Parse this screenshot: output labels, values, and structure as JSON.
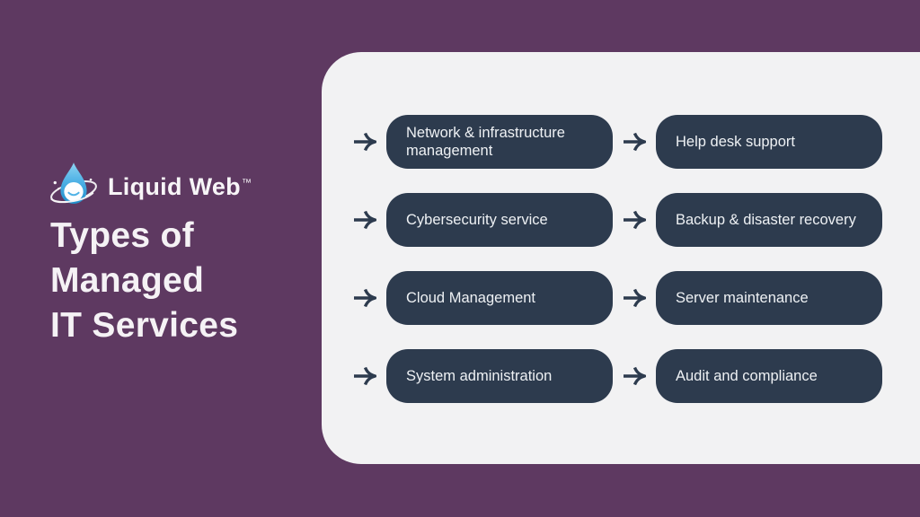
{
  "brand": {
    "name": "Liquid Web",
    "trademark": "™",
    "icon": "water-drop-atom-icon"
  },
  "title": {
    "line1": "Types of",
    "line2": "Managed",
    "line3": "IT Services"
  },
  "colors": {
    "background_purple": "#5e3961",
    "panel_gray": "#f2f2f3",
    "box_slate": "#2d3b4e",
    "text_light": "#eef1f4",
    "logo_blue": "#3fa9e0"
  },
  "services": {
    "arrow_icon": "arrow-right-icon",
    "items": [
      {
        "label": "Network & infrastructure management"
      },
      {
        "label": "Help desk support"
      },
      {
        "label": "Cybersecurity service"
      },
      {
        "label": "Backup & disaster recovery"
      },
      {
        "label": "Cloud Management"
      },
      {
        "label": "Server maintenance"
      },
      {
        "label": "System administration"
      },
      {
        "label": "Audit and compliance"
      }
    ]
  }
}
